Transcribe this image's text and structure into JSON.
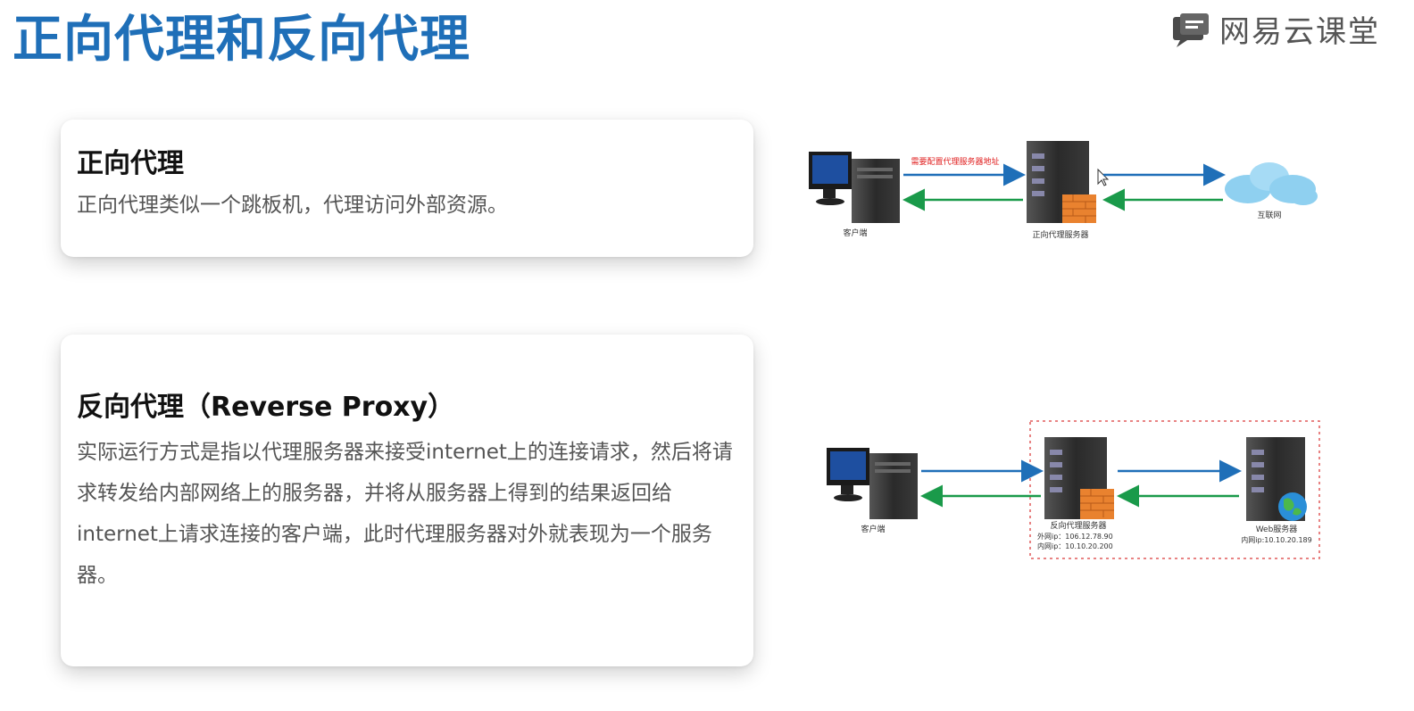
{
  "page": {
    "title": "正向代理和反向代理",
    "brand": "网易云课堂"
  },
  "forward": {
    "heading": "正向代理",
    "description": "正向代理类似一个跳板机，代理访问外部资源。",
    "diagram": {
      "client_label": "客户端",
      "proxy_label": "正向代理服务器",
      "internet_label": "互联网",
      "note": "需要配置代理服务器地址"
    }
  },
  "reverse": {
    "heading": "反向代理（Reverse Proxy）",
    "description": "实际运行方式是指以代理服务器来接受internet上的连接请求，然后将请求转发给内部网络上的服务器，并将从服务器上得到的结果返回给internet上请求连接的客户端，此时代理服务器对外就表现为一个服务器。",
    "diagram": {
      "client_label": "客户端",
      "proxy_label": "反向代理服务器",
      "proxy_ext_ip": "外网ip：106.12.78.90",
      "proxy_int_ip": "内网ip：10.10.20.200",
      "web_label": "Web服务器",
      "web_ip": "内网ip:10.10.20.189"
    }
  },
  "colors": {
    "title": "#1f6fb8",
    "arrow_request": "#1f6fb8",
    "arrow_response": "#1a9a4a",
    "note": "#e02020",
    "dashed_box": "#e05a5a"
  }
}
